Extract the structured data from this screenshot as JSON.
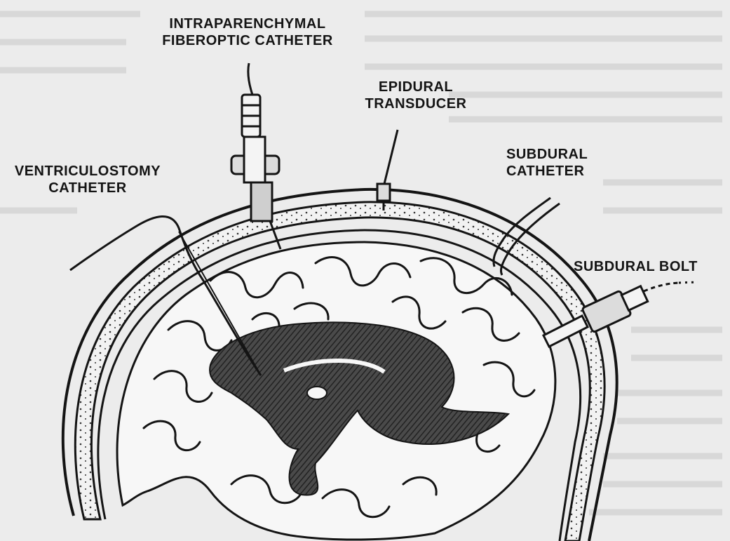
{
  "labels": {
    "intraparenchymal": {
      "line1": "INTRAPARENCHYMAL",
      "line2": "FIBEROPTIC CATHETER"
    },
    "epidural": {
      "line1": "EPIDURAL",
      "line2": "TRANSDUCER"
    },
    "subdural_catheter": {
      "line1": "SUBDURAL",
      "line2": "CATHETER"
    },
    "ventriculostomy": {
      "line1": "VENTRICULOSTOMY",
      "line2": "CATHETER"
    },
    "subdural_bolt": {
      "line1": "SUBDURAL BOLT"
    }
  },
  "colors": {
    "ink": "#141414",
    "background": "#ececec",
    "ventricle": "#3a3a3a",
    "skull_fill": "#f4f4f4"
  }
}
